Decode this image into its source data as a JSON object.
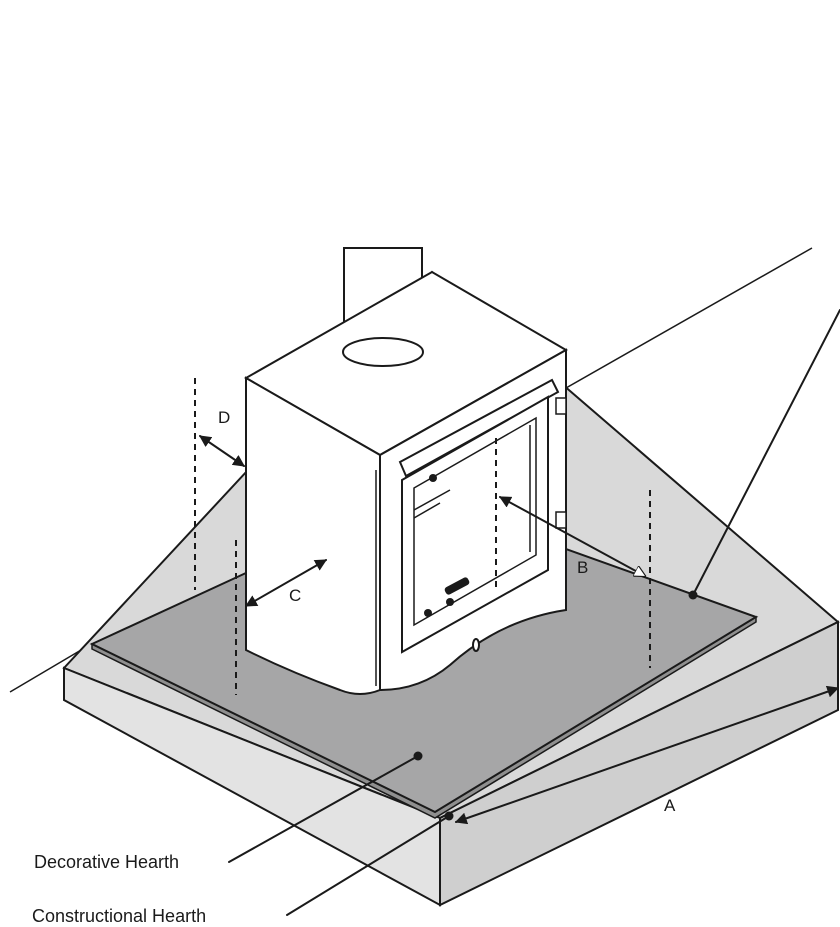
{
  "labels": {
    "a": "A",
    "b": "B",
    "c": "C",
    "d": "D"
  },
  "callouts": {
    "decorative_hearth": "Decorative Hearth",
    "constructional_hearth": "Constructional Hearth"
  },
  "colors": {
    "constructional_top": "#d9d9d9",
    "decorative_hearth": "#a6a6a7",
    "stove_body": "#ffffff",
    "line": "#1a1a1a"
  }
}
